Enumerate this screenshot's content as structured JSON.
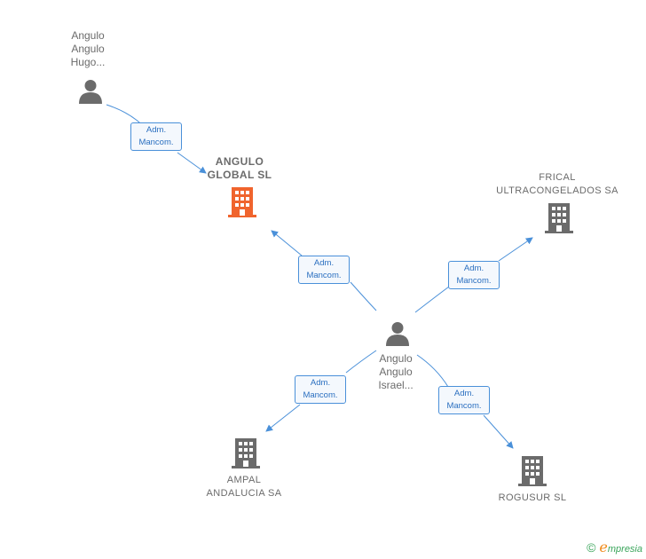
{
  "colors": {
    "edge": "#4a90d9",
    "person": "#6b6b6b",
    "company": "#6b6b6b",
    "focus_company": "#f0642d"
  },
  "nodes": {
    "hugo": {
      "lines": [
        "Angulo",
        "Angulo",
        "Hugo..."
      ]
    },
    "angulo_global": {
      "lines": [
        "ANGULO",
        "GLOBAL  SL"
      ]
    },
    "frical": {
      "lines": [
        "FRICAL",
        "ULTRACONGELADOS SA"
      ]
    },
    "israel": {
      "lines": [
        "Angulo",
        "Angulo",
        "Israel..."
      ]
    },
    "ampal": {
      "lines": [
        "AMPAL",
        "ANDALUCIA SA"
      ]
    },
    "rogusur": {
      "lines": [
        "ROGUSUR  SL"
      ]
    }
  },
  "edge_labels": {
    "e1": [
      "Adm.",
      "Mancom."
    ],
    "e2": [
      "Adm.",
      "Mancom."
    ],
    "e3": [
      "Adm.",
      "Mancom."
    ],
    "e4": [
      "Adm.",
      "Mancom."
    ],
    "e5": [
      "Adm.",
      "Mancom."
    ]
  },
  "footer": {
    "copyright": "©",
    "brand_first": "e",
    "brand_rest": "mpresia"
  }
}
